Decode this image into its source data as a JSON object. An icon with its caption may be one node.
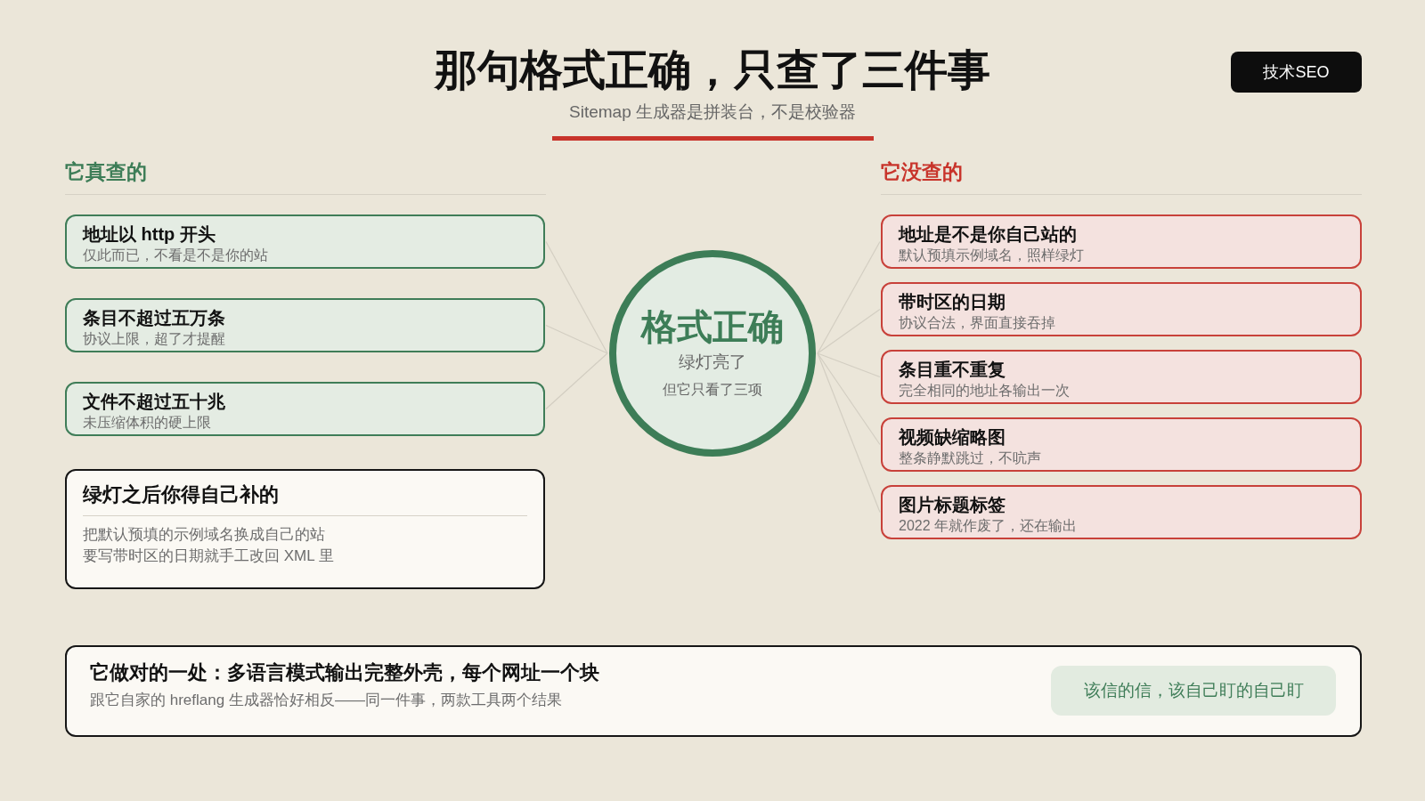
{
  "diagram": {
    "title": "那句格式正确，只查了三件事",
    "nodes": [
      {
        "text": [
          "技术SEO"
        ]
      },
      {
        "text": [
          "地址以 http 开头",
          "仅此而已，不看是不是你的站"
        ]
      },
      {
        "text": [
          "条目不超过五万条",
          "协议上限，超了才提醒"
        ]
      },
      {
        "text": [
          "文件不超过五十兆",
          "未压缩体积的硬上限"
        ]
      },
      {
        "text": [
          "绿灯之后你得自己补的",
          "把默认预填的示例域名换成自己的站",
          "要写带时区的日期就手工改回 XML 里"
        ]
      },
      {
        "text": [
          "格式正确",
          "绿灯亮了",
          "但它只看了三项"
        ]
      },
      {
        "text": [
          "地址是不是你自己站的",
          "默认预填示例域名，照样绿灯"
        ]
      },
      {
        "text": [
          "带时区的日期",
          "协议合法，界面直接吞掉"
        ]
      },
      {
        "text": [
          "条目重不重复",
          "完全相同的地址各输出一次"
        ]
      },
      {
        "text": [
          "视频缺缩略图",
          "整条静默跳过，不吭声"
        ]
      },
      {
        "text": [
          "图片标题标签",
          "2022 年就作废了，还在输出"
        ]
      },
      {
        "text": [
          "它做对的一处：多语言模式输出完整外壳，每个网址一个块",
          "跟它自家的 hreflang 生成器恰好相反——同一件事，两款工具两个结果"
        ]
      },
      {
        "text": [
          "该信的信，该自己盯的自己盯"
        ],
        "in": 11
      }
    ],
    "edges": [
      {
        "from": 1,
        "to": 5,
        "arrow": "none"
      },
      {
        "from": 2,
        "to": 5,
        "arrow": "none"
      },
      {
        "from": 3,
        "to": 5,
        "arrow": "none"
      },
      {
        "from": 5,
        "to": 6,
        "arrow": "none"
      },
      {
        "from": 5,
        "to": 7,
        "arrow": "none"
      },
      {
        "from": 5,
        "to": 8,
        "arrow": "none"
      },
      {
        "from": 5,
        "to": 9,
        "arrow": "none"
      },
      {
        "from": 5,
        "to": 10,
        "arrow": "none"
      }
    ],
    "labels": [
      "Sitemap 生成器是拼装台，不是校验器",
      "它真查的",
      "它没查的"
    ]
  }
}
